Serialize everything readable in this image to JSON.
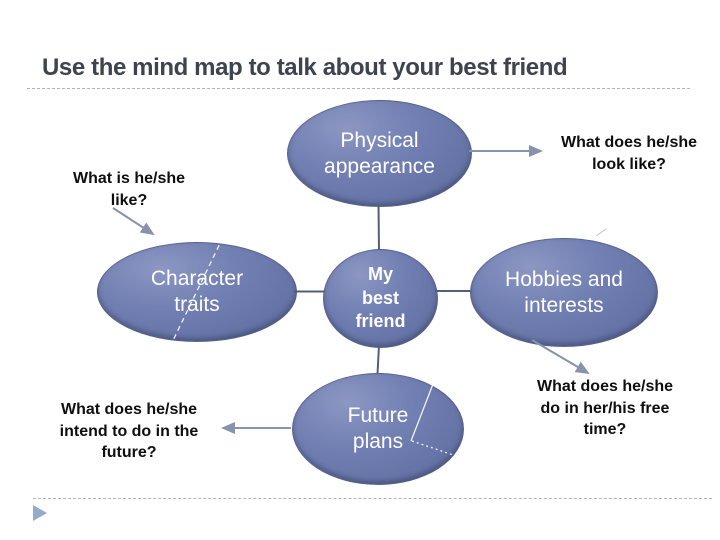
{
  "slide": {
    "title": "Use the mind map to talk about your best friend",
    "nodes": {
      "physical": {
        "label": "Physical\nappearance"
      },
      "character": {
        "label": "Character\ntraits"
      },
      "center": {
        "label": "My\nbest\nfriend"
      },
      "hobbies": {
        "label": "Hobbies and\ninterests"
      },
      "future": {
        "label": "Future\nplans"
      }
    },
    "questions": {
      "what_like": "What is he/she\nlike?",
      "look_like": "What does he/she\nlook like?",
      "intend": "What does he/she\nintend to do in the\nfuture?",
      "free_time": "What does he/she\ndo in her/his free\ntime?"
    },
    "icons": {
      "footer_bullet": "play-triangle-icon"
    },
    "colors": {
      "node_fill": "#6b79ae",
      "node_highlight": "#8c97c2",
      "node_shadow": "#58668f",
      "node_text": "#ffffff",
      "question_text": "#0f0f10",
      "title_text": "#3e4350",
      "connector": "#51607a",
      "arrow": "#8693ab",
      "divider": "#b3b3b3",
      "footer_triangle": "#93accb"
    }
  }
}
